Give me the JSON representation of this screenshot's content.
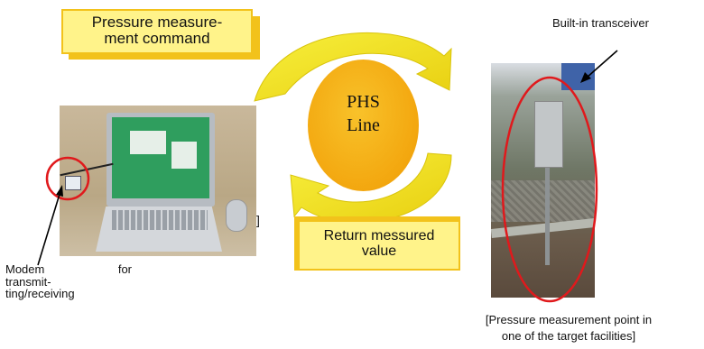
{
  "labels": {
    "command_line1": "Pressure measure-",
    "command_line2": "ment command",
    "phs_line1": "PHS",
    "phs_line2": "Line",
    "return_line1": "Return messured",
    "return_line2": "value",
    "transceiver": "Built-in transceiver",
    "modem_word1": "Modem",
    "modem_word2": "for",
    "modem_line2": "transmit-",
    "modem_line3": "ting/receiving",
    "point_line1": "[Pressure measurement point in",
    "point_line2": "one of the target facilities]",
    "stray_bracket": "]"
  },
  "colors": {
    "bubble_fill": "#fff38a",
    "bubble_border": "#f2c21b",
    "phs_fill": "#f3a70f",
    "arrow_fill": "#f3df20",
    "highlight_circle": "#e0191c"
  },
  "icons": {
    "cycle_arrows": "curved-arrow-icon",
    "pointer_arrows": "arrow-icon"
  }
}
